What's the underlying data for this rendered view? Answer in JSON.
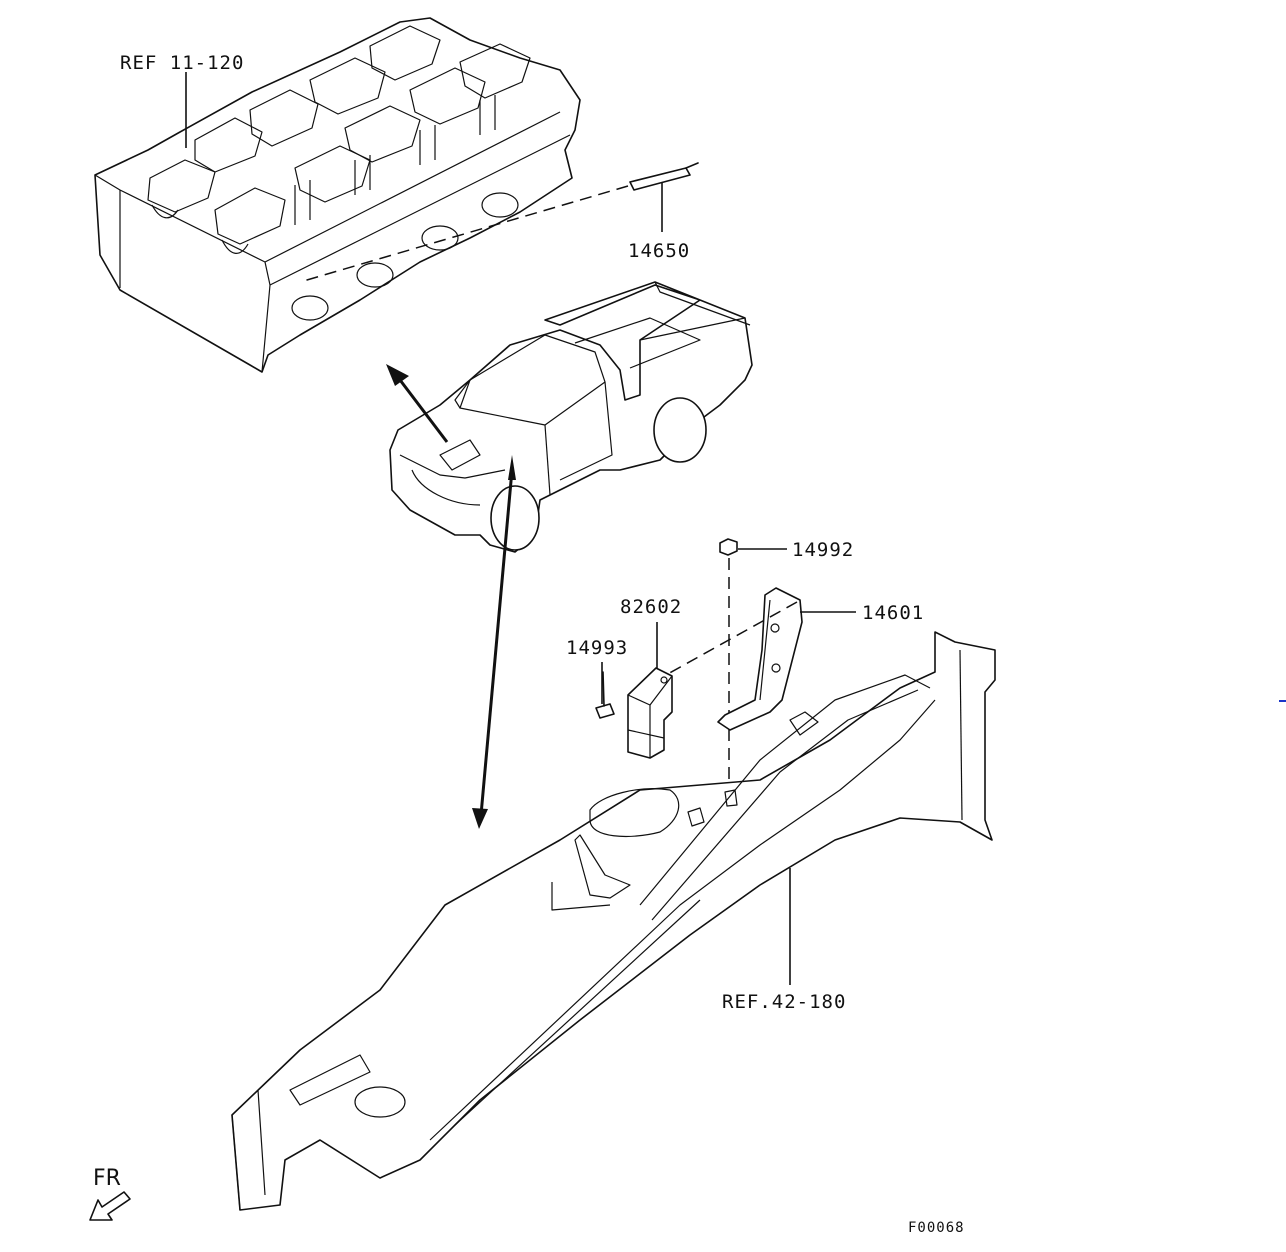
{
  "callouts": {
    "cylinder_head_ref": "REF 11-120",
    "glow_plug": "14650",
    "nut": "14992",
    "bracket_part": "82602",
    "bracket": "14601",
    "bolt": "14993",
    "body_ref": "REF.42-180"
  },
  "orientation_label": "FR",
  "figure_code": "F00068",
  "colors": {
    "line": "#111111",
    "background": "#ffffff"
  },
  "icons": {
    "front_arrow": "arrow-down-left-icon"
  }
}
